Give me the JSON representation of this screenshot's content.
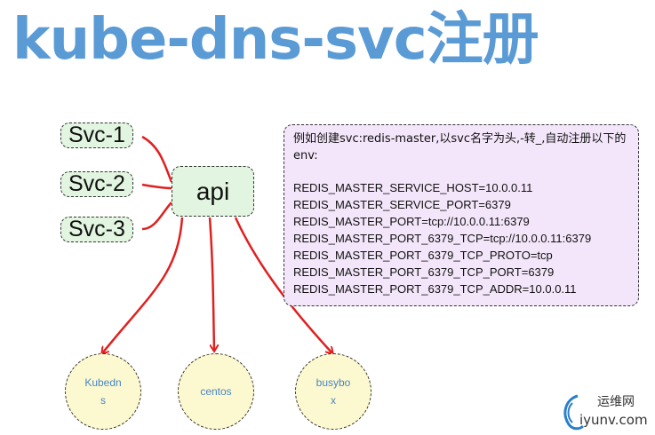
{
  "title": "kube-dns-svc注册",
  "services": [
    "Svc-1",
    "Svc-2",
    "Svc-3"
  ],
  "api": "api",
  "pods": [
    {
      "line1": "Kubedn",
      "line2": "s"
    },
    {
      "line1": "centos",
      "line2": ""
    },
    {
      "line1": "busybo",
      "line2": "x"
    }
  ],
  "note": {
    "intro": "例如创建svc:redis-master,以svc名字为头,-转_,自动注册以下的env:",
    "env": [
      "REDIS_MASTER_SERVICE_HOST=10.0.0.11",
      "REDIS_MASTER_SERVICE_PORT=6379",
      "REDIS_MASTER_PORT=tcp://10.0.0.11:6379",
      "REDIS_MASTER_PORT_6379_TCP=tcp://10.0.0.11:6379",
      "REDIS_MASTER_PORT_6379_TCP_PROTO=tcp",
      "REDIS_MASTER_PORT_6379_TCP_PORT=6379",
      "REDIS_MASTER_PORT_6379_TCP_ADDR=10.0.0.11"
    ]
  },
  "watermark": {
    "top": "运维网",
    "bottom": "iyunv.com"
  },
  "colors": {
    "title": "#5b9bd5",
    "arrow": "#e02020",
    "rect_fill": "#e2f5e0",
    "circle_fill": "#fcf8cf",
    "note_fill": "#f4e6fa",
    "pod_text": "#4a86c5"
  }
}
